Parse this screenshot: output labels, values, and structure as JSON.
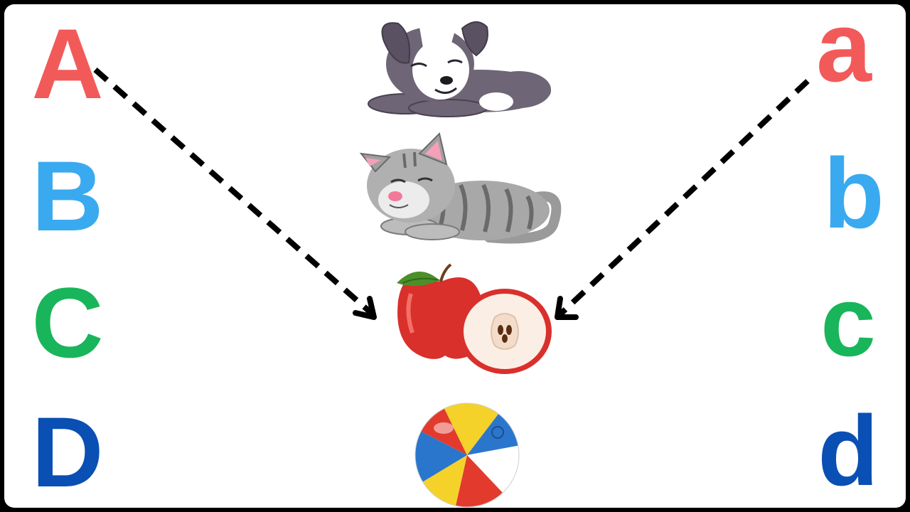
{
  "letters": {
    "upper": [
      {
        "text": "A",
        "color": "#f25a5a"
      },
      {
        "text": "B",
        "color": "#3aaaf0"
      },
      {
        "text": "C",
        "color": "#18b55a"
      },
      {
        "text": "D",
        "color": "#0a4fb4"
      }
    ],
    "lower": [
      {
        "text": "a",
        "color": "#f25a5a"
      },
      {
        "text": "b",
        "color": "#3aaaf0"
      },
      {
        "text": "c",
        "color": "#18b55a"
      },
      {
        "text": "d",
        "color": "#0a4fb4"
      }
    ]
  },
  "pictures": [
    {
      "name": "dog-icon"
    },
    {
      "name": "cat-icon"
    },
    {
      "name": "apple-icon"
    },
    {
      "name": "beach-ball-icon"
    }
  ],
  "arrows": {
    "color": "#000000",
    "style": "dashed"
  }
}
